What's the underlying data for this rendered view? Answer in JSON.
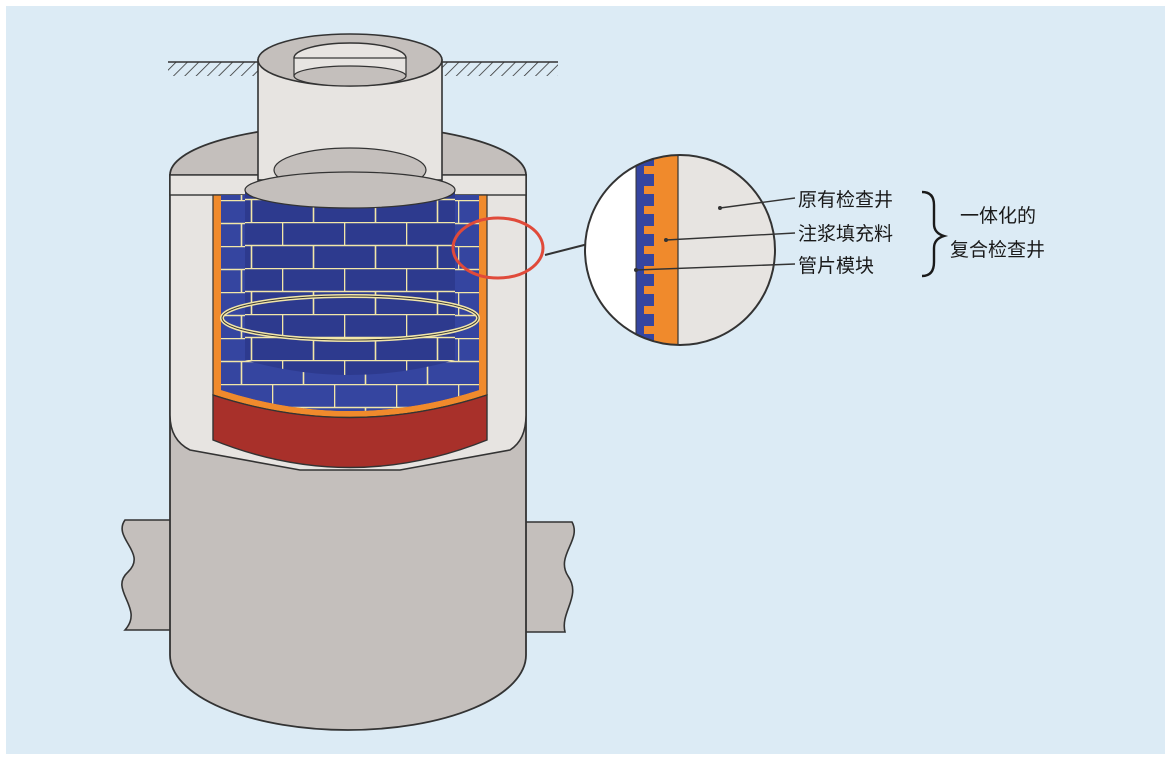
{
  "labels": {
    "original_well": "原有检查井",
    "grout_fill": "注浆填充料",
    "segment_module": "管片模块",
    "combined_line1": "一体化的",
    "combined_line2": "复合检查井"
  },
  "colors": {
    "background": "#dcebf5",
    "concrete": "#c4bfbc",
    "concrete_light": "#e7e4e1",
    "segment_blue": "#2d3a8e",
    "segment_joint": "#f2e6a8",
    "grout_orange": "#f08a2c",
    "base_red": "#a8302a",
    "callout_red": "#e04a3a"
  }
}
